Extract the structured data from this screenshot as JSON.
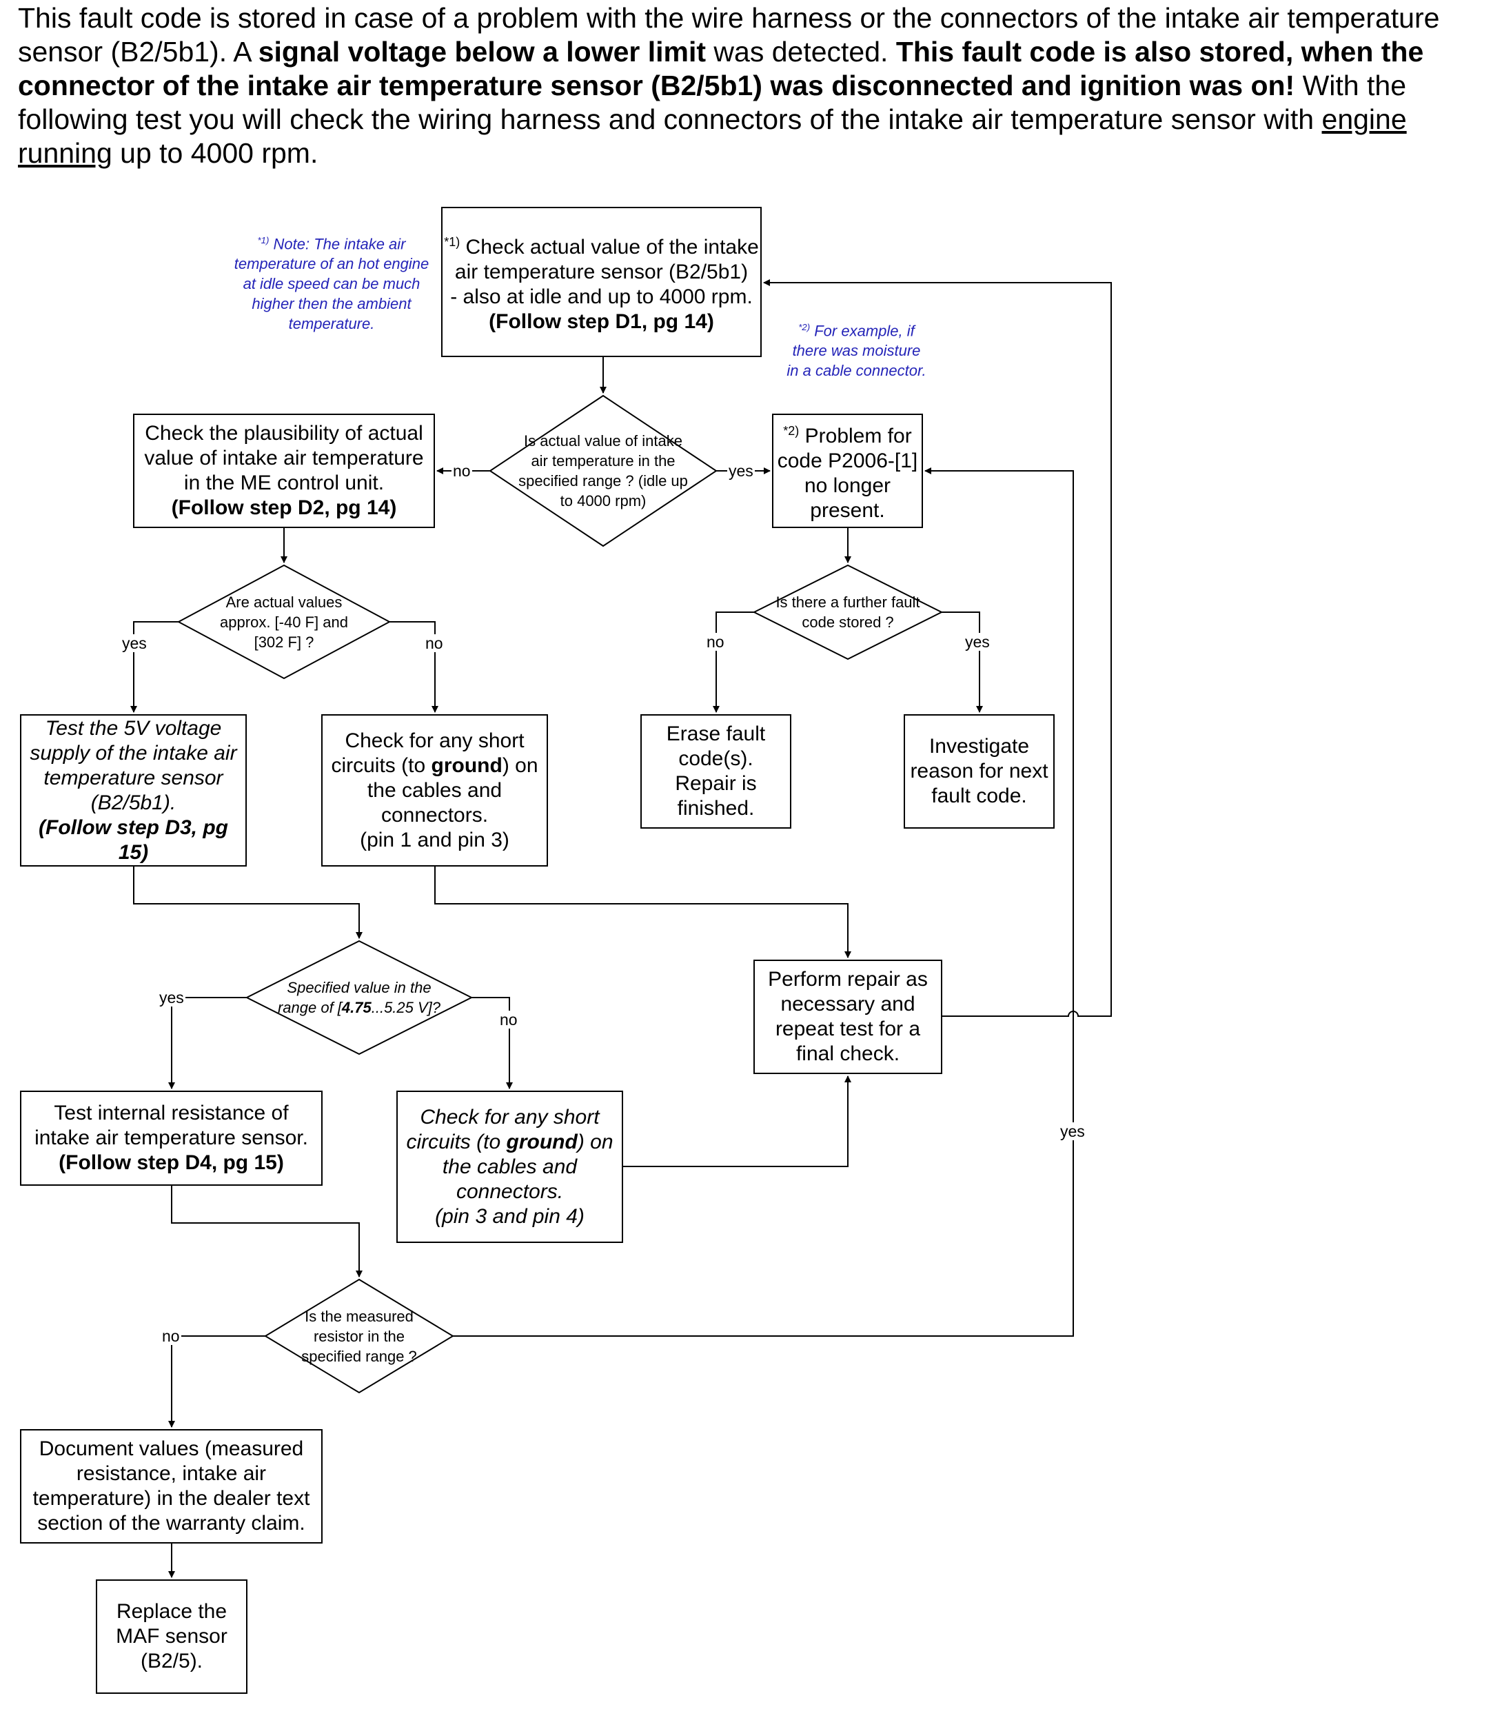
{
  "intro": {
    "p1": "This fault code is stored in case of a problem with the wire harness or the connectors of the intake air temperature sensor (B2/5b1). A ",
    "b1": "signal voltage below a lower limit",
    "p2": " was detected. ",
    "b2": "This fault code is also stored, when the connector of the intake air temperature sensor (B2/5b1) was disconnected and ignition was on!",
    "p3": "  With the following test you will check the wiring harness and connectors of the intake air temperature sensor with ",
    "u1": "engine running",
    "p4": " up to 4000 rpm."
  },
  "notes": {
    "note1_mark": "*1)",
    "note1": "Note: The intake air temperature of an hot engine at idle speed can be much higher then the ambient temperature.",
    "note2_mark": "*2)",
    "note2": "For example, if there was moisture in a cable connector."
  },
  "boxes": {
    "d1_mark": "*1)",
    "d1_a": "Check actual value of the intake air temperature sensor (B2/5b1)",
    "d1_b": "- also at idle and up to 4000 rpm.",
    "d1_c": "(Follow step D1, pg 14)",
    "d2_a": "Check the plausibility of actual value of intake air temperature in the ME control unit.",
    "d2_b": "(Follow step D2, pg 14)",
    "p2006_mark": "*2)",
    "p2006": "Problem for code P2006-[1] no longer present.",
    "d3_a": "Test the 5V voltage supply of the intake air temperature sensor (B2/5b1).",
    "d3_b": "(Follow step D3, pg 15)",
    "short13_a": "Check for any short circuits (to ",
    "short13_b": "ground",
    "short13_c": ") on the cables and connectors.",
    "short13_d": "(pin 1 and pin 3)",
    "erase": "Erase fault code(s). Repair is finished.",
    "investigate": "Investigate reason for next fault code.",
    "repair": "Perform repair as necessary and repeat test  for a final check.",
    "d4_a": "Test internal resistance of intake air temperature sensor.",
    "d4_b": "(Follow step D4, pg 15)",
    "short34_a": "Check for any short circuits (to ",
    "short34_b": "ground",
    "short34_c": ") on the cables and connectors.",
    "short34_d": "(pin 3 and pin 4)",
    "document": "Document values (measured resistance, intake air temperature) in the dealer text section of the warranty claim.",
    "replace": "Replace the MAF sensor (B2/5)."
  },
  "decisions": {
    "range": "Is actual value of intake air temperature in the specified range ? (idle up to 4000 rpm)",
    "approx": "Are actual values approx. [-40 F] and [302 F] ?",
    "further": "Is there a further fault code stored ?",
    "spec_a": "Specified value in the range of [",
    "spec_b": "4.75",
    "spec_c": "...5.25 V]?",
    "resistor": "Is the measured resistor in the specified range ?"
  },
  "labels": {
    "no": "no",
    "yes": "yes"
  }
}
